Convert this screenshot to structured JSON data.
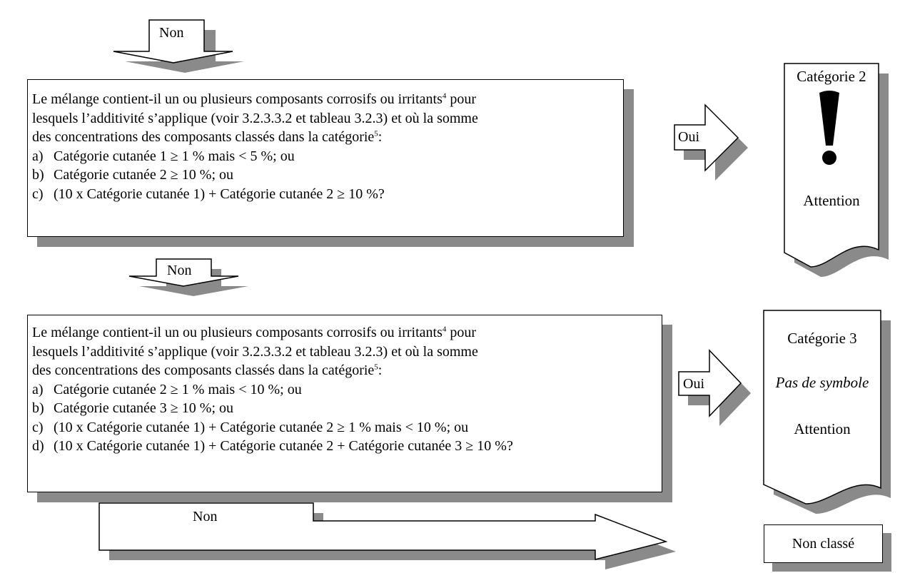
{
  "arrows": {
    "non_1": "Non",
    "non_2": "Non",
    "oui_1": "Oui",
    "oui_2": "Oui",
    "non_3": "Non"
  },
  "question1": {
    "line1": "Le mélange contient-il un ou plusieurs composants corrosifs ou irritants",
    "line1_sup": "4",
    "line1_end": " pour",
    "line2": "lesquels l’additivité s’applique (voir 3.2.3.3.2 et tableau 3.2.3) et où la somme",
    "line3": "des concentrations des composants classés dans la catégorie",
    "line3_sup": "5",
    "line3_end": ":",
    "items": [
      {
        "label": "a)",
        "text": "Catégorie cutanée 1 ≥ 1 % mais < 5 %; ou"
      },
      {
        "label": "b)",
        "text": "Catégorie cutanée 2 ≥ 10 %; ou"
      },
      {
        "label": "c)",
        "text": "(10 x Catégorie cutanée 1) + Catégorie cutanée 2 ≥ 10 %?"
      }
    ]
  },
  "question2": {
    "line1": "Le mélange contient-il un ou plusieurs composants corrosifs ou irritants",
    "line1_sup": "4",
    "line1_end": " pour",
    "line2": "lesquels l’additivité s’applique (voir 3.2.3.3.2 et tableau 3.2.3) et où la somme",
    "line3": "des concentrations des composants classés dans la catégorie",
    "line3_sup": "5",
    "line3_end": ":",
    "items": [
      {
        "label": "a)",
        "text": "Catégorie cutanée 2 ≥ 1 % mais < 10 %; ou"
      },
      {
        "label": "b)",
        "text": "Catégorie cutanée 3 ≥ 10 %; ou"
      },
      {
        "label": "c)",
        "text": "(10 x Catégorie cutanée 1) + Catégorie cutanée 2 ≥ 1 % mais < 10 %; ou"
      },
      {
        "label": "d)",
        "text": "(10 x Catégorie cutanée 1) + Catégorie cutanée 2 + Catégorie cutanée 3 ≥ 10 %?"
      }
    ]
  },
  "result1": {
    "category": "Catégorie 2",
    "signal": "Attention",
    "icon": "exclamation-mark-icon"
  },
  "result2": {
    "category": "Catégorie 3",
    "symbol": "Pas de symbole",
    "signal": "Attention"
  },
  "result3": {
    "label": "Non classé"
  }
}
